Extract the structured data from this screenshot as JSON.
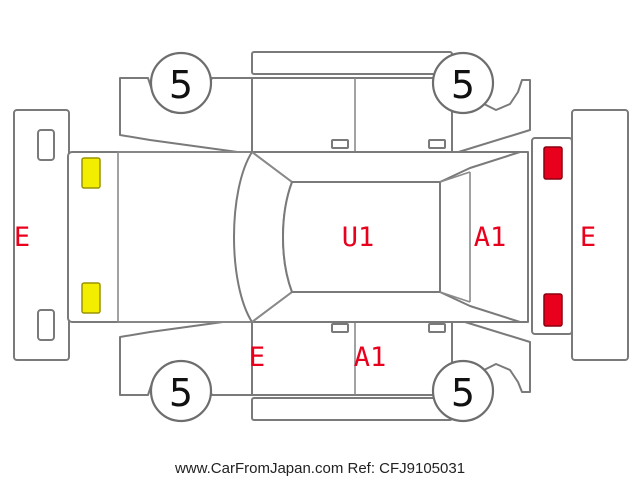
{
  "colors": {
    "marker": "#e8001c",
    "yellow_lamp": "#f3ee00",
    "yellow_lamp_border": "#9a9400",
    "red_lamp": "#e8001c",
    "red_lamp_border": "#8a0010",
    "outline": "#7a7a7a"
  },
  "tires": {
    "front_left": "5",
    "front_right": "5",
    "rear_left": "5",
    "rear_right": "5"
  },
  "marks": {
    "front_bumper": "E",
    "roof": "U1",
    "rear_glass": "A1",
    "rear_bumper": "E",
    "front_left_fender": "E",
    "left_side_door": "A1"
  },
  "lamps": {
    "front": "yellow-lamp",
    "rear": "red-lamp"
  },
  "caption": "www.CarFromJapan.com Ref: CFJ9105031"
}
